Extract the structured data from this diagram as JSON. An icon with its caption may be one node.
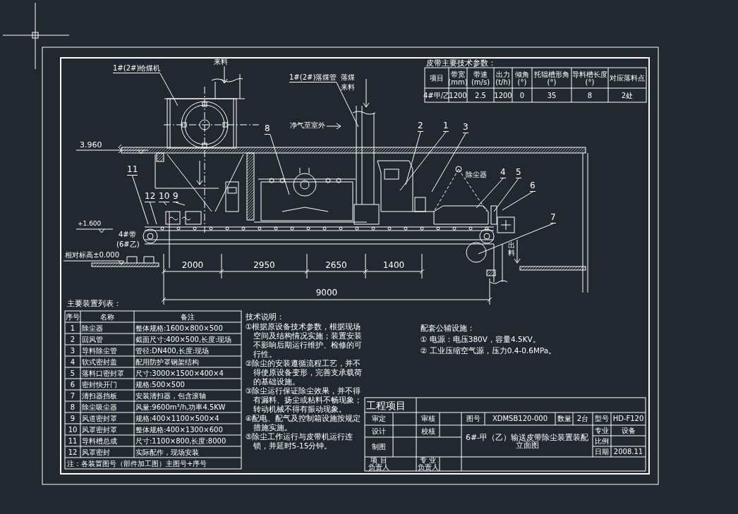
{
  "diagram": {
    "nodes": [
      {
        "text": [
          "1#(2#)给煤机"
        ]
      },
      {
        "text": [
          "1#(2#)落煤管"
        ]
      },
      {
        "text": [
          "8"
        ]
      },
      {
        "text": [
          "2"
        ]
      },
      {
        "text": [
          "1"
        ]
      },
      {
        "text": [
          "3"
        ]
      },
      {
        "text": [
          "11"
        ]
      },
      {
        "text": [
          "4"
        ]
      },
      {
        "text": [
          "5"
        ]
      },
      {
        "text": [
          "6"
        ]
      },
      {
        "text": [
          "12"
        ]
      },
      {
        "text": [
          "10"
        ]
      },
      {
        "text": [
          "9"
        ]
      },
      {
        "text": [
          "7"
        ]
      }
    ],
    "edges": [
      {
        "from": 0,
        "to": null,
        "arrow": "none"
      },
      {
        "from": 1,
        "to": null,
        "arrow": "none"
      },
      {
        "from": 2,
        "to": null,
        "arrow": "none"
      },
      {
        "from": 3,
        "to": null,
        "arrow": "none"
      },
      {
        "from": 4,
        "to": null,
        "arrow": "none"
      },
      {
        "from": 5,
        "to": null,
        "arrow": "none"
      },
      {
        "from": 6,
        "to": null,
        "arrow": "none"
      },
      {
        "from": 7,
        "to": null,
        "arrow": "none"
      },
      {
        "from": 8,
        "to": null,
        "arrow": "none"
      },
      {
        "from": 9,
        "to": null,
        "arrow": "none"
      },
      {
        "from": 10,
        "to": null,
        "arrow": "none"
      },
      {
        "from": 11,
        "to": null,
        "arrow": "none"
      },
      {
        "from": 12,
        "to": null,
        "arrow": "none"
      },
      {
        "from": 13,
        "to": null,
        "arrow": "none"
      }
    ],
    "labels": [
      "3.960",
      "来料",
      "净气至室外",
      "落煤",
      "来料",
      "除尘器",
      "+1.600",
      "4#带",
      "(6#乙)",
      "相对标高±0.000",
      "出料",
      "2000",
      "2950",
      "2650",
      "1400",
      "9000",
      "皮带主要技术参数：",
      "项目",
      "带宽(mm)",
      "带速(m/s)",
      "出力(t/h)",
      "倾角(°)",
      "托辊槽形角(°)",
      "导料槽长度(°)",
      "对应落料点",
      "4#甲/乙",
      "1200",
      "2.5",
      "1200",
      "0",
      "35",
      "8",
      "2处",
      "主要装置列表：",
      "序号",
      "名称",
      "备注",
      "1",
      "除尘器",
      "整体规格:1600×800×500",
      "2",
      "回风管",
      "截面尺寸:400×500,长度:现场",
      "3",
      "导料除尘管",
      "管径:DN400,长度:现场",
      "4",
      "软式密封盖",
      "配用防护罩钢架结构",
      "5",
      "落料口密封罩",
      "尺寸:3000×1500×400×4",
      "6",
      "密封快开门",
      "规格:500×500",
      "7",
      "清扫器挡板",
      "安装清扫器，包含滚轴",
      "8",
      "除尘吸尘器",
      "风量:9600m³/h,功率4.5KW",
      "9",
      "风道密封罩",
      "规格:400×1100×500×4",
      "10",
      "风罩密封罩",
      "整体规格:400×1300×600",
      "11",
      "导料槽总成",
      "尺寸:1100×800,长度:8000",
      "12",
      "风罩密封",
      "实际配作，现场安装",
      "注：各装置图号（部件加工图）主图号+序号",
      "技术说明：",
      "①根据原设备技术参数，根据现场空间及结构情况实施；装置安装不影响后期运行维护、检修的可行性。",
      "②除尘的安装遵循流程工艺，并不得使原设备变形，完善支承载荷的基础设施。",
      "③除尘运行保证除尘效果，并不得有漏料、扬尘或粘料不畅现象；转动机械不得有振动现象。",
      "④配电、配气及控制箱设施按规定措施实施。",
      "⑤除尘工作运行与皮带机运行连锁，并延时5-15分钟。",
      "配套公辅设施：",
      "① 电源：电压380V，容量4.5KV。",
      "② 工业压缩空气源，压力0.4-0.6MPa。",
      "工程项目",
      "审定",
      "审核",
      "图号",
      "XDMSB120-000",
      "数量",
      "2台",
      "型号",
      "HD-F120",
      "设计",
      "校核",
      "6#-甲（乙）输送皮带除尘装置装配立面图",
      "专业",
      "设备",
      "比例",
      "制图",
      "日期",
      "2008.11",
      "项 目",
      "负责人",
      "专 业",
      "负责人"
    ]
  }
}
